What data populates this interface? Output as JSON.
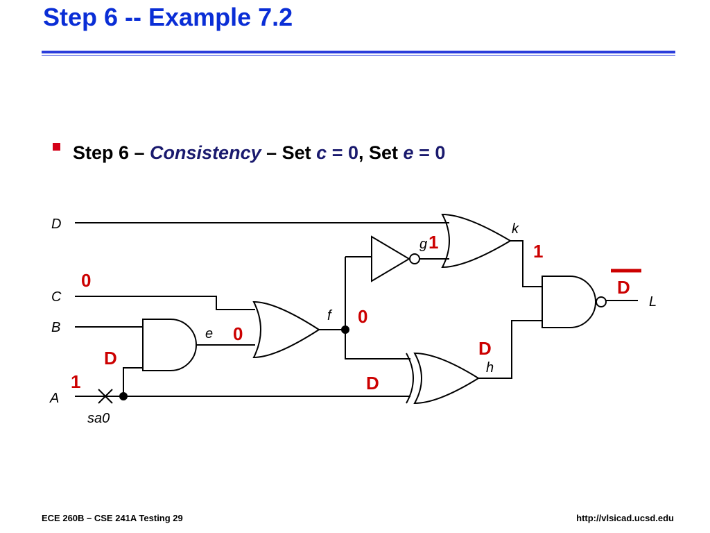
{
  "slide": {
    "title": "Step 6 -- Example 7.2",
    "bullet": {
      "part1": "Step 6 – ",
      "emph": "Consistency",
      "part2": " – Set ",
      "var1": "c",
      "eq1": " = ",
      "val1": "0",
      "sep": ", Set ",
      "var2": "e",
      "eq2": " = ",
      "val2": "0"
    },
    "footer_left": "ECE 260B – CSE 241A Testing 29",
    "footer_right": "http://vlsicad.ucsd.edu"
  },
  "circuit": {
    "inputs": {
      "D": "D",
      "C": "C",
      "B": "B",
      "A": "A"
    },
    "nets": {
      "e": "e",
      "f": "f",
      "g": "g",
      "h": "h",
      "k": "k",
      "L": "L"
    },
    "fault": "sa0",
    "values": {
      "C": "0",
      "e": "0",
      "B": "D",
      "A": "1",
      "f": "0",
      "A_branch": "D",
      "h": "D",
      "g": "1",
      "k": "1",
      "L": "D"
    }
  },
  "colors": {
    "title": "#0a2ed6",
    "value": "#cc0000",
    "bullet": "#d40018",
    "rule": "#2a3ddb"
  }
}
